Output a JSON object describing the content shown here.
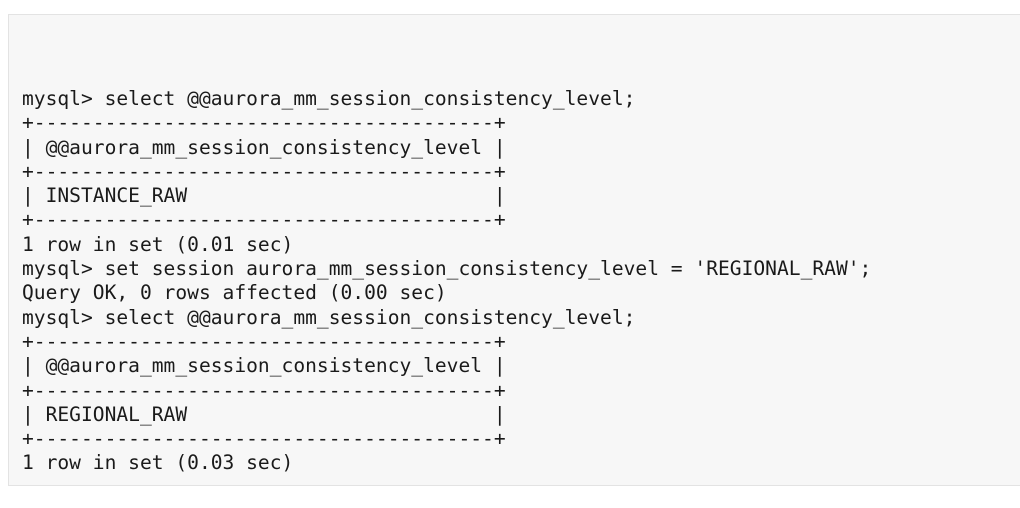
{
  "terminal": {
    "lines": [
      "mysql> select @@aurora_mm_session_consistency_level;",
      "+---------------------------------------+",
      "| @@aurora_mm_session_consistency_level |",
      "+---------------------------------------+",
      "| INSTANCE_RAW                          |",
      "+---------------------------------------+",
      "1 row in set (0.01 sec)",
      "mysql> set session aurora_mm_session_consistency_level = 'REGIONAL_RAW';",
      "Query OK, 0 rows affected (0.00 sec)",
      "mysql> select @@aurora_mm_session_consistency_level;",
      "+---------------------------------------+",
      "| @@aurora_mm_session_consistency_level |",
      "+---------------------------------------+",
      "| REGIONAL_RAW                          |",
      "+---------------------------------------+",
      "1 row in set (0.03 sec)"
    ]
  }
}
